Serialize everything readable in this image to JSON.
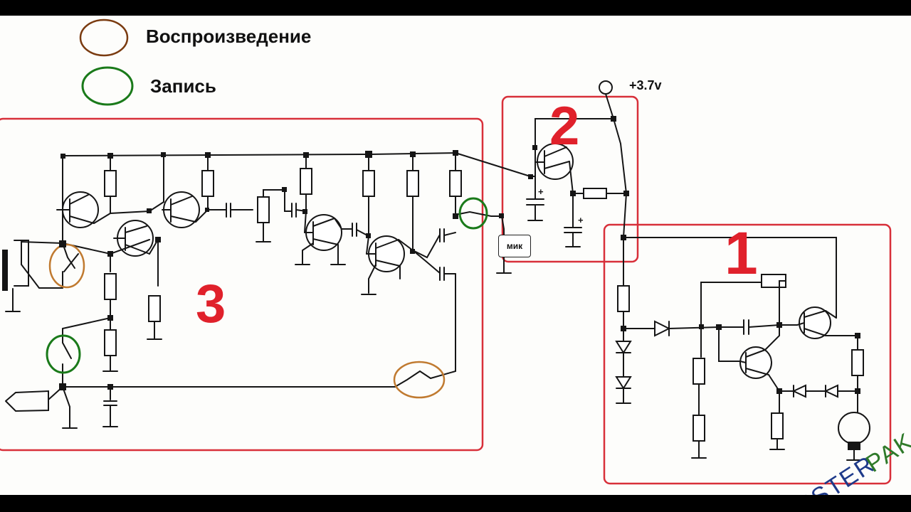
{
  "legend": [
    {
      "label": "Воспроизведение",
      "color": "#7a3b10"
    },
    {
      "label": "Запись",
      "color": "#1a7a1a"
    }
  ],
  "supply_label": "+3.7v",
  "mic_label": "мик",
  "blocks": [
    {
      "number": "3"
    },
    {
      "number": "2"
    },
    {
      "number": "1"
    }
  ],
  "watermark": {
    "left": "MISTER",
    "right": "PAK"
  },
  "colors": {
    "block_frame": "#d8303a",
    "number": "#e0212b",
    "wire": "#151515",
    "playback_circle": "#c07a30",
    "record_circle": "#1a7a1a"
  }
}
